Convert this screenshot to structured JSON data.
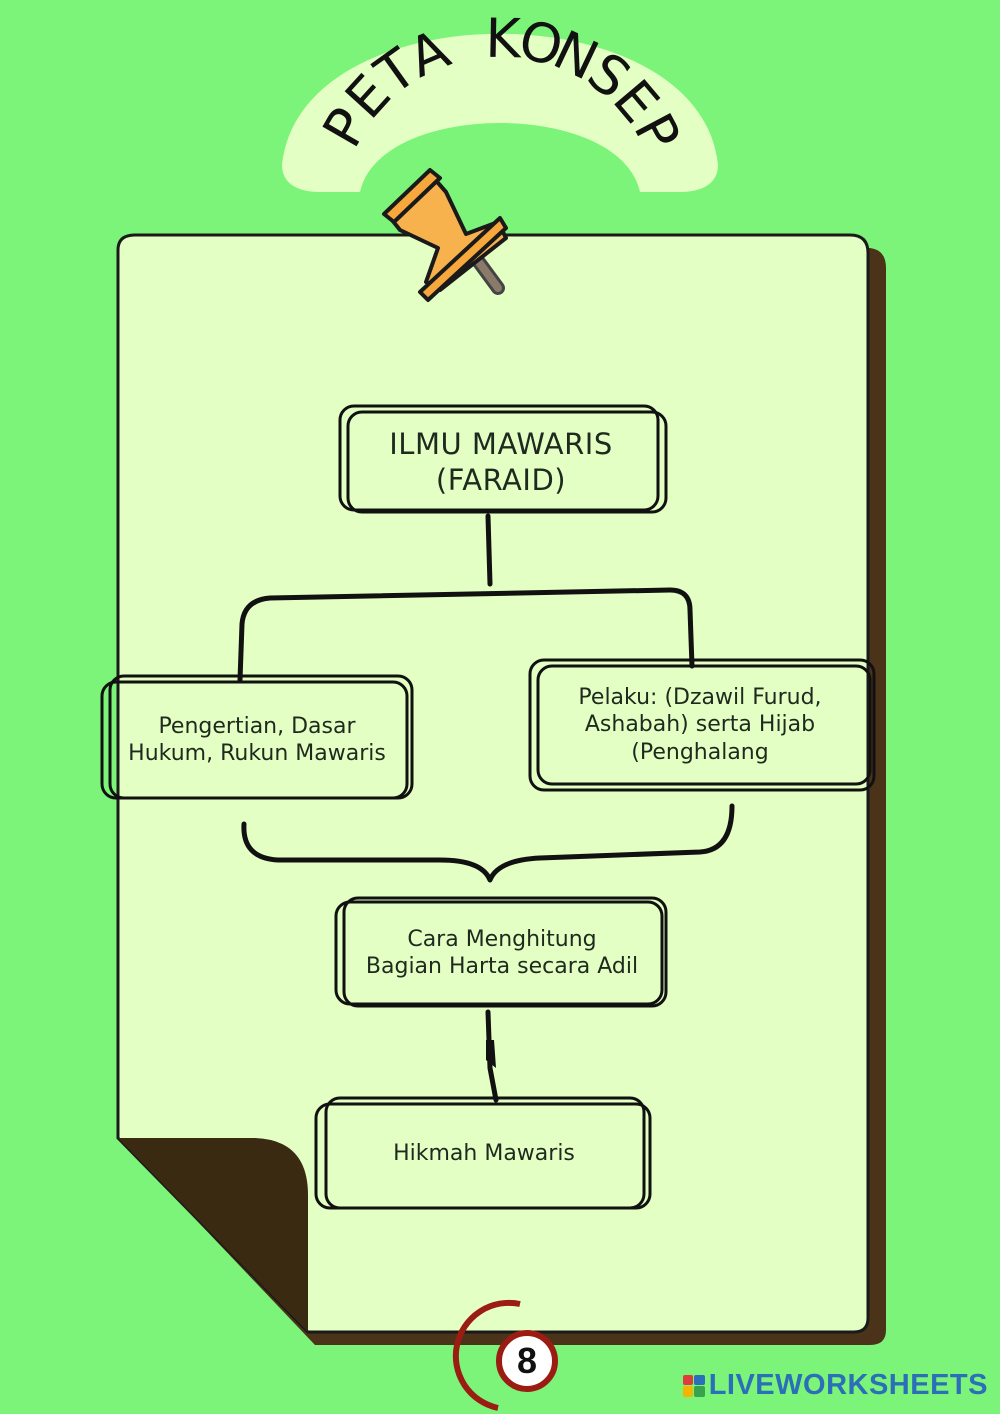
{
  "title": "PETA KONSEP",
  "nodes": {
    "root": [
      "ILMU MAWARIS",
      "(FARAID)"
    ],
    "left": [
      "Pengertian, Dasar",
      "Hukum, Rukun Mawaris"
    ],
    "right": [
      "Pelaku: (Dzawil Furud,",
      "Ashabah) serta Hijab",
      "(Penghalang"
    ],
    "middle": [
      "Cara Menghitung",
      "Bagian Harta secara Adil"
    ],
    "bottom": [
      "Hikmah Mawaris"
    ]
  },
  "page_number": "8",
  "footer_logo": "LIVEWORKSHEETS",
  "colors": {
    "background": "#7cf47a",
    "paper": "#e4ffc4",
    "paper_shadow": "#4a3318",
    "title_arc": "#e4ffc4",
    "pin": "#f7b24d",
    "badge_ring": "#9b1c12",
    "logo": "#2b6fb8"
  },
  "icons": [
    "pushpin-icon",
    "page-number-badge"
  ]
}
